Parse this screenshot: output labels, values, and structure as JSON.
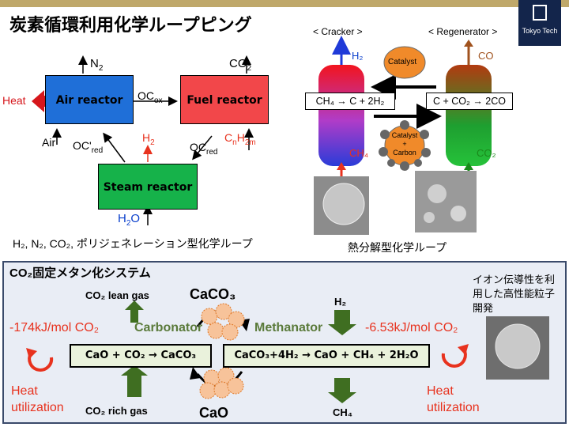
{
  "title": "炭素循環利用化学ループピング",
  "logo": {
    "text": "Tokyo Tech"
  },
  "loop1": {
    "air_reactor": "Air reactor",
    "fuel_reactor": "Fuel reactor",
    "steam_reactor": "Steam reactor",
    "n2": "N",
    "n2_sub": "2",
    "co2": "CO",
    "co2_sub": "2",
    "heat": "Heat",
    "air": "Air",
    "oc_ox": "OC",
    "oc_ox_sub": "ox",
    "oc_red1": "OC'",
    "oc_red1_sub": "red",
    "oc_red2": "OC",
    "oc_red2_sub": "red",
    "h2": "H",
    "h2_sub": "2",
    "cnh2m_c": "C",
    "cnh2m_n": "n",
    "cnh2m_h": "H",
    "cnh2m_2m": "2m",
    "h2o_h": "H",
    "h2o_2": "2",
    "h2o_o": "O",
    "caption": "H₂, N₂, CO₂, ポリジェネレーション型化学ループ"
  },
  "loop2": {
    "cracker": "< Cracker >",
    "regenerator": "< Regenerator >",
    "cracker_eq": "CH₄ → C + 2H₂",
    "regen_eq": "C + CO₂ → 2CO",
    "h2_top": "H₂",
    "co_top": "CO",
    "ch4_bottom": "CH₄",
    "co2_bottom": "CO₂",
    "catalyst": "Catalyst",
    "catalyst_carbon_1": "Catalyst",
    "catalyst_carbon_2": "+",
    "catalyst_carbon_3": "Carbon",
    "caption": "熱分解型化学ループ"
  },
  "panel": {
    "title": "CO₂固定メタン化システム",
    "co2_lean": "CO₂ lean gas",
    "co2_rich": "CO₂ rich gas",
    "caco3": "CaCO₃",
    "cao": "CaO",
    "h2": "H₂",
    "ch4": "CH₄",
    "carbonator": "Carbonator",
    "methanator": "Methanator",
    "enthalpy_left": "-174kJ/mol CO₂",
    "enthalpy_right": "-6.53kJ/mol CO₂",
    "eq_left": "CaO + CO₂ → CaCO₃",
    "eq_right": "CaCO₃+4H₂ → CaO + CH₄ + 2H₂O",
    "heat_left": "Heat\nutilization",
    "heat_right": "Heat\nutilization",
    "note": "イオン伝導性を利用した高性能粒子開発"
  },
  "colors": {
    "air_reactor": "#1f6fd8",
    "fuel_reactor": "#f2474a",
    "steam_reactor": "#16b24a",
    "panel_bg": "#e9edf5",
    "eq_box": "#eaf2dc",
    "logo": "#13254b",
    "accent_red": "#e8321e"
  },
  "icons": [
    "cycle-arrow-icon",
    "particle-cluster-icon",
    "sem-image-icon"
  ]
}
